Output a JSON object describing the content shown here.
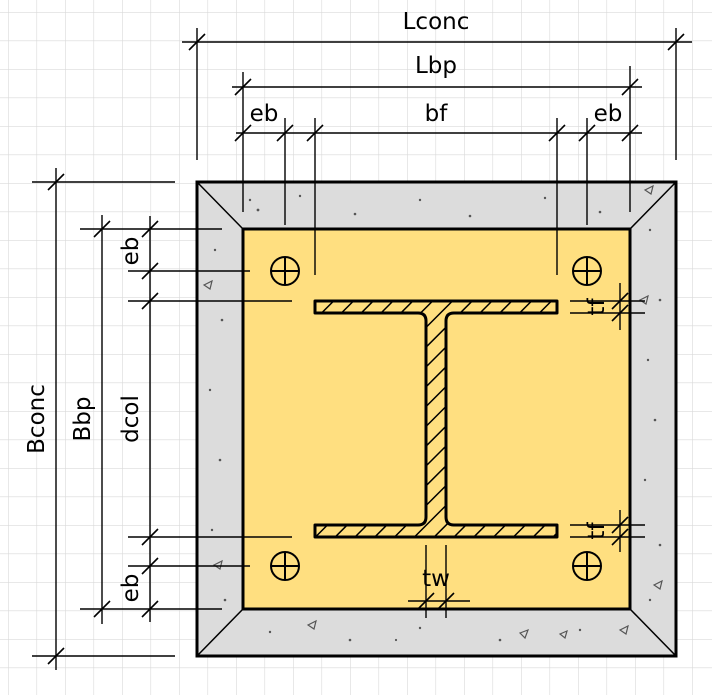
{
  "labels": {
    "l_conc": "Lconc",
    "l_bp": "Lbp",
    "eb": "eb",
    "bf": "bf",
    "b_conc": "Bconc",
    "b_bp": "Bbp",
    "d_col": "dcol",
    "tf": "tf",
    "tw": "tw"
  },
  "colors": {
    "grid": "#d9d9d9",
    "concrete": "#dcdcdc",
    "plate": "#ffdf80",
    "steel": "#ffdf80",
    "outline": "#000000"
  }
}
